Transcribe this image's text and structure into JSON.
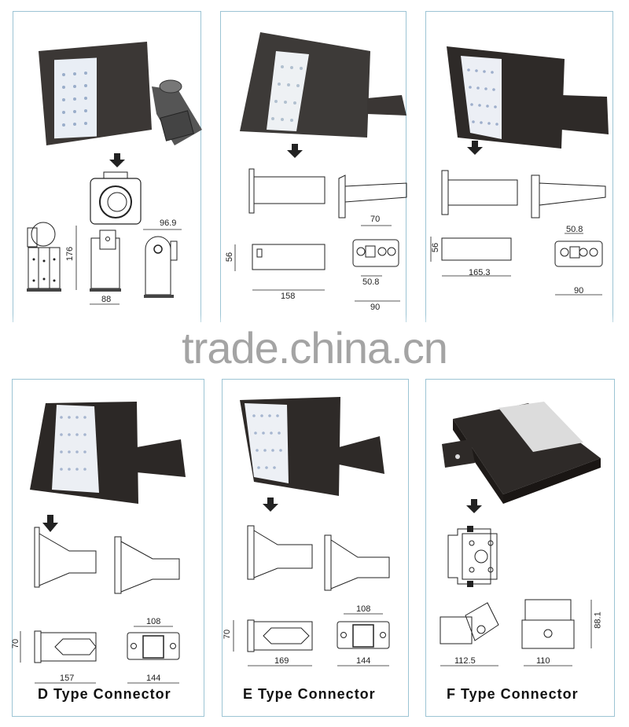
{
  "watermark": "trade.china.cn",
  "colors": {
    "panel_border": "#9cc4d4",
    "fixture_body": "#3a3634",
    "led_panel": "#e8eef6",
    "drawing_line": "#222222",
    "watermark": "#a4a4a4"
  },
  "panels": [
    {
      "id": "A",
      "title": "",
      "dimensions": {
        "width_top": "96.9",
        "height": "176",
        "base": "88"
      }
    },
    {
      "id": "B",
      "title": "",
      "dimensions": {
        "height": "56",
        "length": "158",
        "hole_span": "70",
        "inner_span": "50.8",
        "plate_width": "90"
      }
    },
    {
      "id": "C",
      "title": "",
      "dimensions": {
        "height": "56",
        "length": "165.3",
        "inner_span": "50.8",
        "plate_width": "90"
      }
    },
    {
      "id": "D",
      "title": "D  Type  Connector",
      "dimensions": {
        "height": "70",
        "length": "157",
        "hole_span": "108",
        "plate_width": "144"
      }
    },
    {
      "id": "E",
      "title": "E  Type  Connector",
      "dimensions": {
        "height": "70",
        "length": "169",
        "hole_span": "108",
        "plate_width": "144"
      }
    },
    {
      "id": "F",
      "title": "F  Type  Connector",
      "dimensions": {
        "height": "88.1",
        "width_left": "112.5",
        "width_right": "110"
      }
    }
  ]
}
